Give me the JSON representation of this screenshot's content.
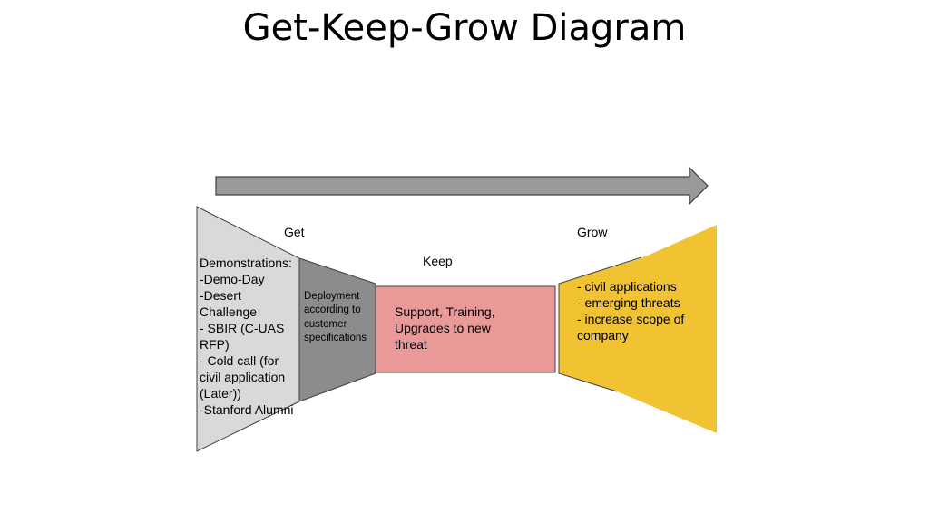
{
  "title": "Get-Keep-Grow Diagram",
  "stages": {
    "get_label": "Get",
    "keep_label": "Keep",
    "grow_label": "Grow"
  },
  "get_box": {
    "lines": [
      "Demonstrations:",
      "-Demo-Day",
      "-Desert",
      "Challenge",
      "- SBIR (C-UAS",
      "RFP)",
      "- Cold call (for",
      "civil application",
      "(Later))",
      "-Stanford Alumni"
    ]
  },
  "deploy_box": {
    "lines": [
      "Deployment",
      "according to",
      "customer",
      "specifications"
    ]
  },
  "keep_box": {
    "lines": [
      "Support, Training,",
      "Upgrades to new",
      "threat"
    ]
  },
  "grow_box": {
    "lines": [
      "- civil applications",
      "- emerging threats",
      "- increase scope of",
      "company"
    ]
  },
  "colors": {
    "get_fill": "#d9d9d9",
    "deploy_fill": "#8c8c8c",
    "keep_fill": "#ea9999",
    "grow_fill": "#f1c232",
    "arrow_fill": "#999999"
  }
}
